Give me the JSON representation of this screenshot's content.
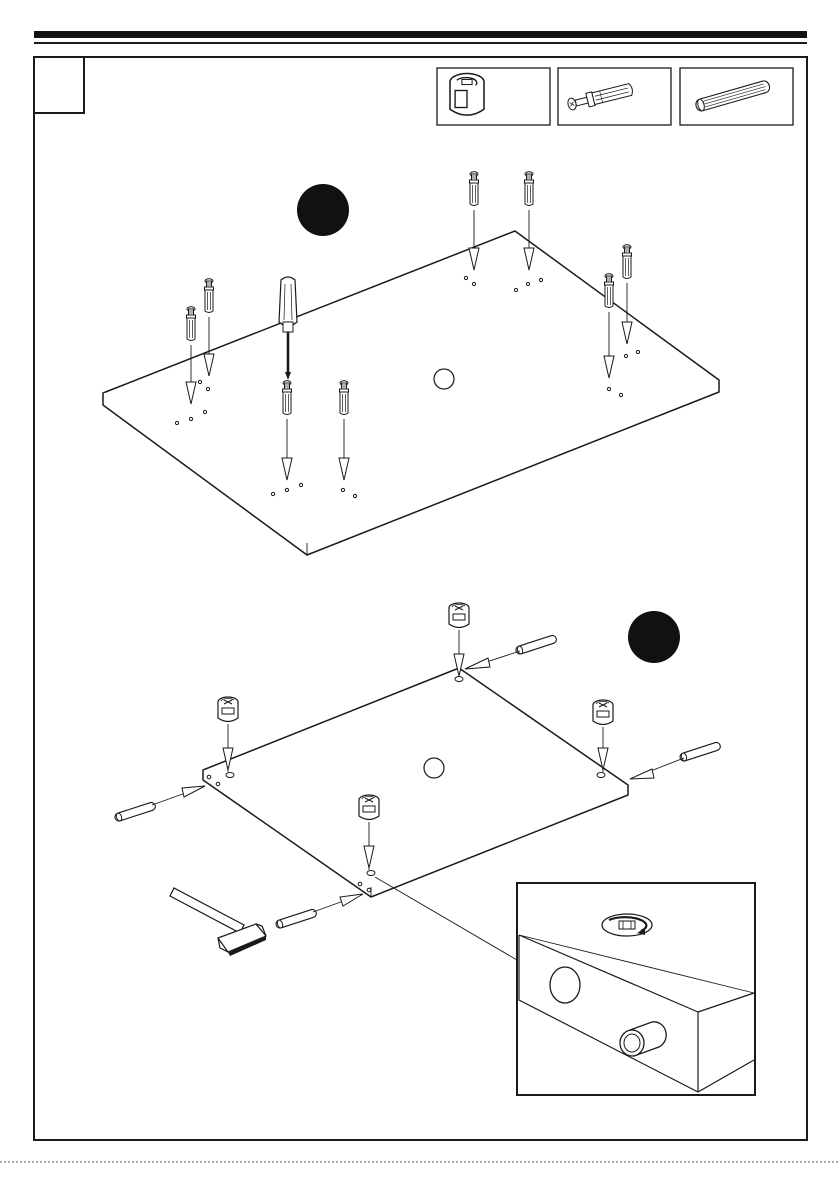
{
  "title_block": {
    "step_number": ""
  },
  "hardware": [
    {
      "name": "cam-lock",
      "icon": "cam-lock-icon"
    },
    {
      "name": "cam-bolt",
      "icon": "cam-bolt-icon"
    },
    {
      "name": "wooden-dowel",
      "icon": "dowel-icon"
    }
  ],
  "sub_steps": [
    {
      "marker": "filled-circle"
    },
    {
      "marker": "filled-circle"
    }
  ],
  "tools": [
    "screwdriver-icon",
    "hammer-icon"
  ],
  "colors": {
    "ink": "#1a1a1a",
    "paper": "#ffffff"
  }
}
